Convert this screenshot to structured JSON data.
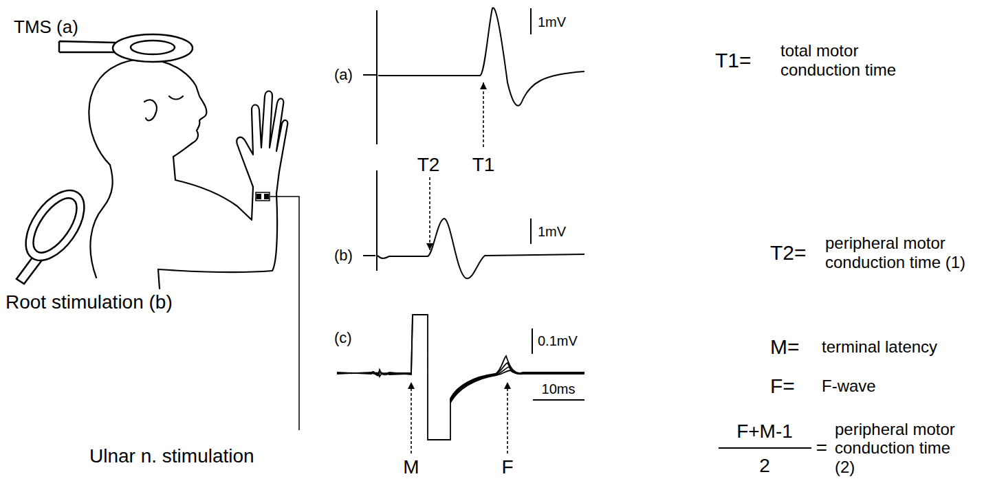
{
  "diagram": {
    "labels": [
      "TMS (a)",
      "Root stimulation (b)",
      "Ulnar n. stimulation",
      "(a)",
      "1mV",
      "T1",
      "(b)",
      "T2",
      "1mV",
      "(c)",
      "0.1mV",
      "10ms",
      "M",
      "F",
      "T1=",
      "total motor conduction time",
      "T2=",
      "peripheral motor conduction time (1)",
      "M=",
      "terminal latency",
      "F=",
      "F-wave",
      "F+M-1",
      "2",
      "=",
      "peripheral motor conduction time (2)"
    ]
  }
}
